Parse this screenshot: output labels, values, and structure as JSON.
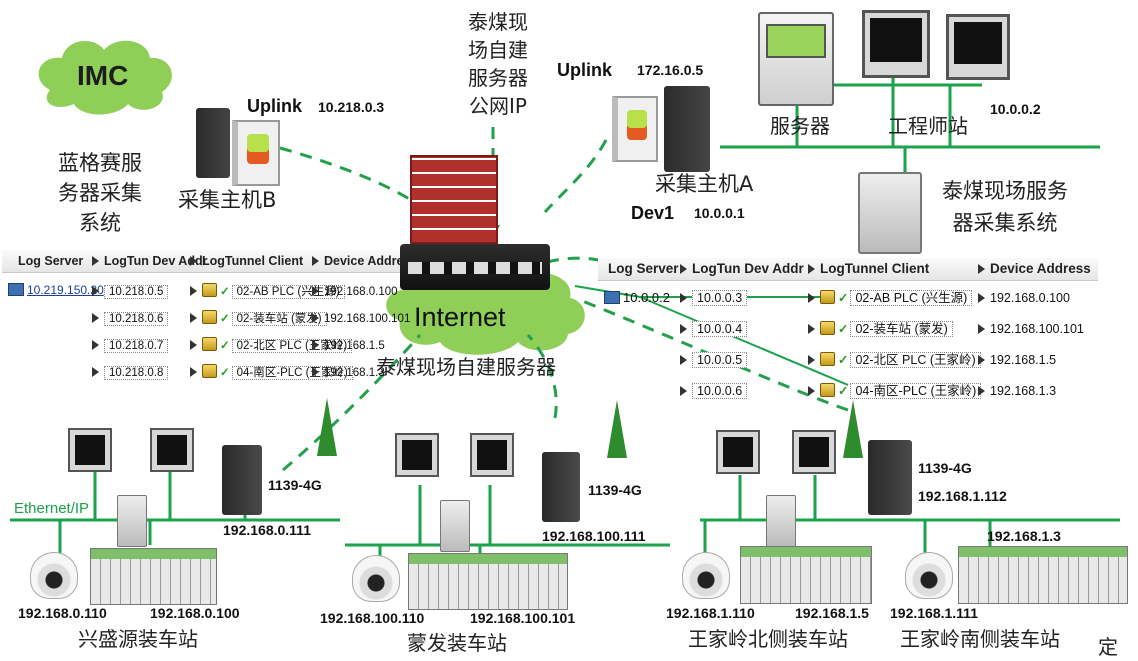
{
  "labels": {
    "imc": "IMC",
    "lange_system": "蓝格赛服\n务器采集\n系统",
    "collector_b": "采集主机B",
    "uplink_b": "Uplink",
    "uplink_b_ip": "10.218.0.3",
    "public_ip": "泰煤现\n场自建\n服务器\n公网IP",
    "uplink_a": "Uplink",
    "uplink_a_ip": "172.16.0.5",
    "collector_a": "采集主机A",
    "dev1": "Dev1",
    "dev1_ip": "10.0.0.1",
    "server": "服务器",
    "engineer_station": "工程师站",
    "engineer_ip": "10.0.0.2",
    "taimei_system": "泰煤现场服务\n器采集系统",
    "internet": "Internet",
    "taimei_server": "泰煤现场自建服务器",
    "ethernet_ip": "Ethernet/IP",
    "corner_char": "定"
  },
  "left_table": {
    "headers": [
      "Log Server",
      "LogTun Dev Addr",
      "LogTunnel Client",
      "Device Address"
    ],
    "log_server": "10.219.150.20",
    "rows": [
      {
        "dev": "10.218.0.5",
        "client": "02-AB PLC (兴生源)",
        "addr": "192.168.0.100"
      },
      {
        "dev": "10.218.0.6",
        "client": "02-装车站 (蒙发)",
        "addr": "192.168.100.101"
      },
      {
        "dev": "10.218.0.7",
        "client": "02-北区 PLC (王家岭)",
        "addr": "192.168.1.5"
      },
      {
        "dev": "10.218.0.8",
        "client": "04-南区-PLC (王家岭)",
        "addr": "192.168.1.3"
      }
    ]
  },
  "right_table": {
    "headers": [
      "Log Server",
      "LogTun Dev Addr",
      "LogTunnel Client",
      "Device Address"
    ],
    "log_server": "10.0.0.2",
    "rows": [
      {
        "dev": "10.0.0.3",
        "client": "02-AB PLC (兴生源)",
        "addr": "192.168.0.100"
      },
      {
        "dev": "10.0.0.4",
        "client": "02-装车站 (蒙发)",
        "addr": "192.168.100.101"
      },
      {
        "dev": "10.0.0.5",
        "client": "02-北区 PLC (王家岭)",
        "addr": "192.168.1.5"
      },
      {
        "dev": "10.0.0.6",
        "client": "04-南区-PLC (王家岭)",
        "addr": "192.168.1.3"
      }
    ]
  },
  "sites": {
    "xingshengyuan": {
      "name": "兴盛源装车站",
      "gateway": "1139-4G",
      "gateway_ip": "192.168.0.111",
      "camera_ip": "192.168.0.110",
      "plc_ip": "192.168.0.100"
    },
    "mengfa": {
      "name": "蒙发装车站",
      "gateway": "1139-4G",
      "gateway_ip": "192.168.100.111",
      "camera_ip": "192.168.100.110",
      "plc_ip": "192.168.100.101"
    },
    "wjl_north": {
      "name": "王家岭北侧装车站",
      "gateway": "1139-4G",
      "gateway_ip": "192.168.1.112",
      "camera_ip": "192.168.1.110",
      "plc_ip": "192.168.1.5"
    },
    "wjl_south": {
      "name": "王家岭南侧装车站",
      "camera_ip": "192.168.1.111",
      "plc_ip": "192.168.1.3"
    }
  },
  "colors": {
    "link": "#1aa34a",
    "tunnel": "#22a04b",
    "cloud": "#8fce57",
    "tower": "#2e8b2e",
    "brick": "#b0302b"
  }
}
